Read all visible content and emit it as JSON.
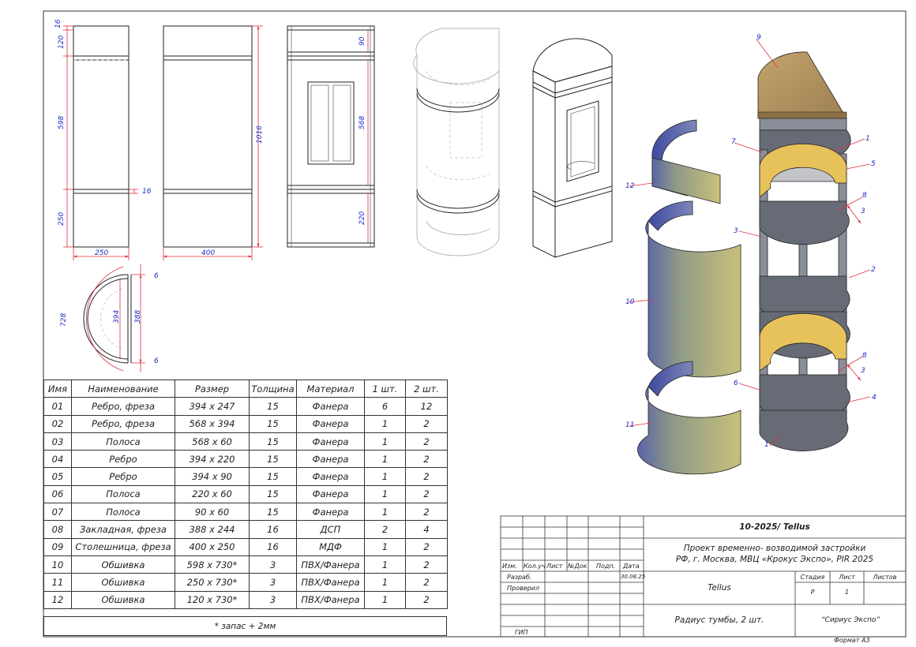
{
  "dimensions": {
    "side": {
      "d16": "16",
      "d120": "120",
      "d598": "598",
      "d16b": "16",
      "d250": "250",
      "width": "250"
    },
    "front": {
      "height": "1016",
      "width": "400"
    },
    "face": {
      "d90": "90",
      "d568": "568",
      "d220": "220"
    },
    "plan": {
      "radius": "728",
      "d394": "394",
      "d388": "388",
      "d6a": "6",
      "d6b": "6"
    }
  },
  "callouts": {
    "c9": "9",
    "c1a": "1",
    "c5": "5",
    "c7": "7",
    "c8a": "8",
    "c3a": "3",
    "c3b": "3",
    "c2": "2",
    "c12": "12",
    "c10": "10",
    "c8b": "8",
    "c3c": "3",
    "c6": "6",
    "c4": "4",
    "c11": "11",
    "c1b": "1"
  },
  "spec_table": {
    "headers": [
      "Имя",
      "Наименование",
      "Размер",
      "Толщина",
      "Материал",
      "1 шт.",
      "2 шт."
    ],
    "rows": [
      [
        "01",
        "Ребро, фреза",
        "394 x 247",
        "15",
        "Фанера",
        "6",
        "12"
      ],
      [
        "02",
        "Ребро, фреза",
        "568 x 394",
        "15",
        "Фанера",
        "1",
        "2"
      ],
      [
        "03",
        "Полоса",
        "568 x 60",
        "15",
        "Фанера",
        "1",
        "2"
      ],
      [
        "04",
        "Ребро",
        "394 x 220",
        "15",
        "Фанера",
        "1",
        "2"
      ],
      [
        "05",
        "Ребро",
        "394 x 90",
        "15",
        "Фанера",
        "1",
        "2"
      ],
      [
        "06",
        "Полоса",
        "220 x 60",
        "15",
        "Фанера",
        "1",
        "2"
      ],
      [
        "07",
        "Полоса",
        "90 x 60",
        "15",
        "Фанера",
        "1",
        "2"
      ],
      [
        "08",
        "Закладная, фреза",
        "388 x 244",
        "16",
        "ДСП",
        "2",
        "4"
      ],
      [
        "09",
        "Столешница, фреза",
        "400 x 250",
        "16",
        "МДФ",
        "1",
        "2"
      ],
      [
        "10",
        "Обшивка",
        "598 x 730*",
        "3",
        "ПВХ/Фанера",
        "1",
        "2"
      ],
      [
        "11",
        "Обшивка",
        "250 x 730*",
        "3",
        "ПВХ/Фанера",
        "1",
        "2"
      ],
      [
        "12",
        "Обшивка",
        "120 x 730*",
        "3",
        "ПВХ/Фанера",
        "1",
        "2"
      ]
    ],
    "note": "* запас + 2мм"
  },
  "title_block": {
    "code": "10-2025/ Tellus",
    "project_line1": "Проект временно- возводимой застройки",
    "project_line2": "РФ, г. Москва,  МВЦ «Крокус Экспо»,  PIR 2025",
    "col_izm": "Изм.",
    "col_kol": "Кол.уч",
    "col_list": "Лист",
    "col_ndok": "№Док",
    "col_podp": "Подп.",
    "col_data": "Дата",
    "razrab": "Разраб.",
    "proveril": "Проверил",
    "gip": "ГИП",
    "date": "30.08.25",
    "name": "Tellus",
    "stadia_label": "Стадия",
    "list_label": "Лист",
    "listov_label": "Листов",
    "stadia": "Р",
    "list": "1",
    "sheet_title": "Радиус тумбы, 2 шт.",
    "company": "“Сириус Экспо”",
    "format": "Формат А3"
  }
}
